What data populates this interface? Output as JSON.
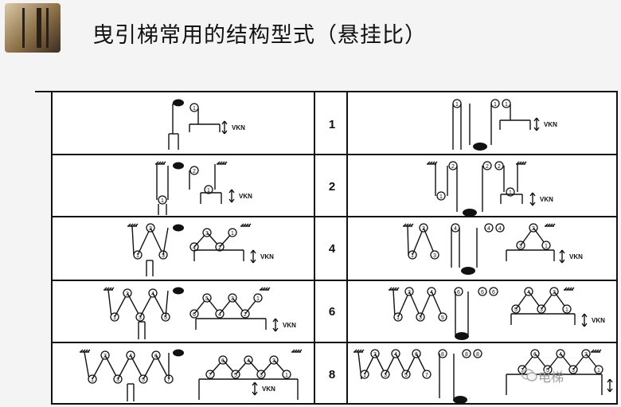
{
  "header": {
    "title": "曳引梯常用的结构型式（悬挂比）"
  },
  "table": {
    "rows": [
      {
        "ratio": "1",
        "label": "VKN",
        "left_sheaves": [
          "1"
        ],
        "right_sheaves": [
          "1"
        ]
      },
      {
        "ratio": "2",
        "label": "VKN",
        "left_sheaves": [
          "1",
          "2"
        ],
        "right_sheaves": [
          "2",
          "2",
          "1"
        ]
      },
      {
        "ratio": "4",
        "label": "VKN",
        "left_sheaves": [
          "1",
          "2",
          "3",
          "4",
          "3",
          "2",
          "1"
        ],
        "right_sheaves": [
          "1",
          "2",
          "4",
          "4",
          "2",
          "3",
          "1"
        ]
      },
      {
        "ratio": "6",
        "label": "VKN",
        "left_sheaves": [
          "1",
          "2",
          "3",
          "4",
          "5",
          "6",
          "5",
          "4",
          "3",
          "2",
          "1"
        ],
        "right_sheaves": [
          "1",
          "2",
          "3",
          "4",
          "5",
          "6",
          "6",
          "5",
          "4",
          "3",
          "2",
          "1"
        ]
      },
      {
        "ratio": "8",
        "label": "VKN",
        "left_sheaves": [
          "1",
          "2",
          "3",
          "4",
          "5",
          "6",
          "7",
          "8",
          "7",
          "6",
          "5",
          "4",
          "3",
          "2",
          "1"
        ],
        "right_sheaves": [
          "1",
          "2",
          "3",
          "4",
          "5",
          "6",
          "7",
          "8",
          "8",
          "7",
          "6",
          "5",
          "4",
          "3",
          "2",
          "1"
        ]
      }
    ]
  },
  "watermark": {
    "text": "电梯"
  },
  "icons": {
    "logo": "elevator-logo",
    "watermark": "wechat-icon"
  }
}
